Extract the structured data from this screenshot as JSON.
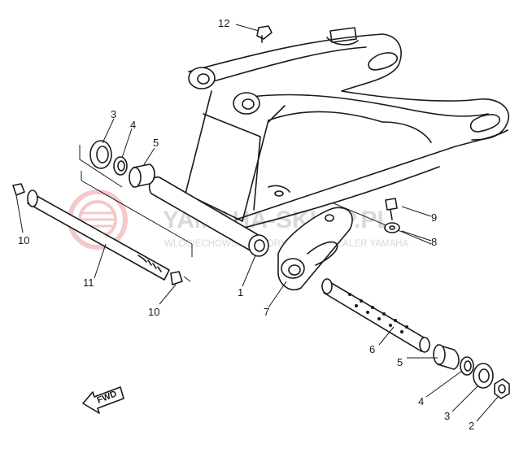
{
  "watermark": {
    "title": "YAMAHA-SKLEP.PL",
    "subtitle": "WLOCIECHOWSKI AUTORYZOWANY DEALER YAMAHA"
  },
  "fwd_label": "FWD",
  "callouts": {
    "c1": "1",
    "c2": "2",
    "c3a": "3",
    "c3b": "3",
    "c4a": "4",
    "c4b": "4",
    "c5a": "5",
    "c5b": "5",
    "c6": "6",
    "c7": "7",
    "c8": "8",
    "c9": "9",
    "c10a": "10",
    "c10b": "10",
    "c11": "11",
    "c12": "12"
  }
}
